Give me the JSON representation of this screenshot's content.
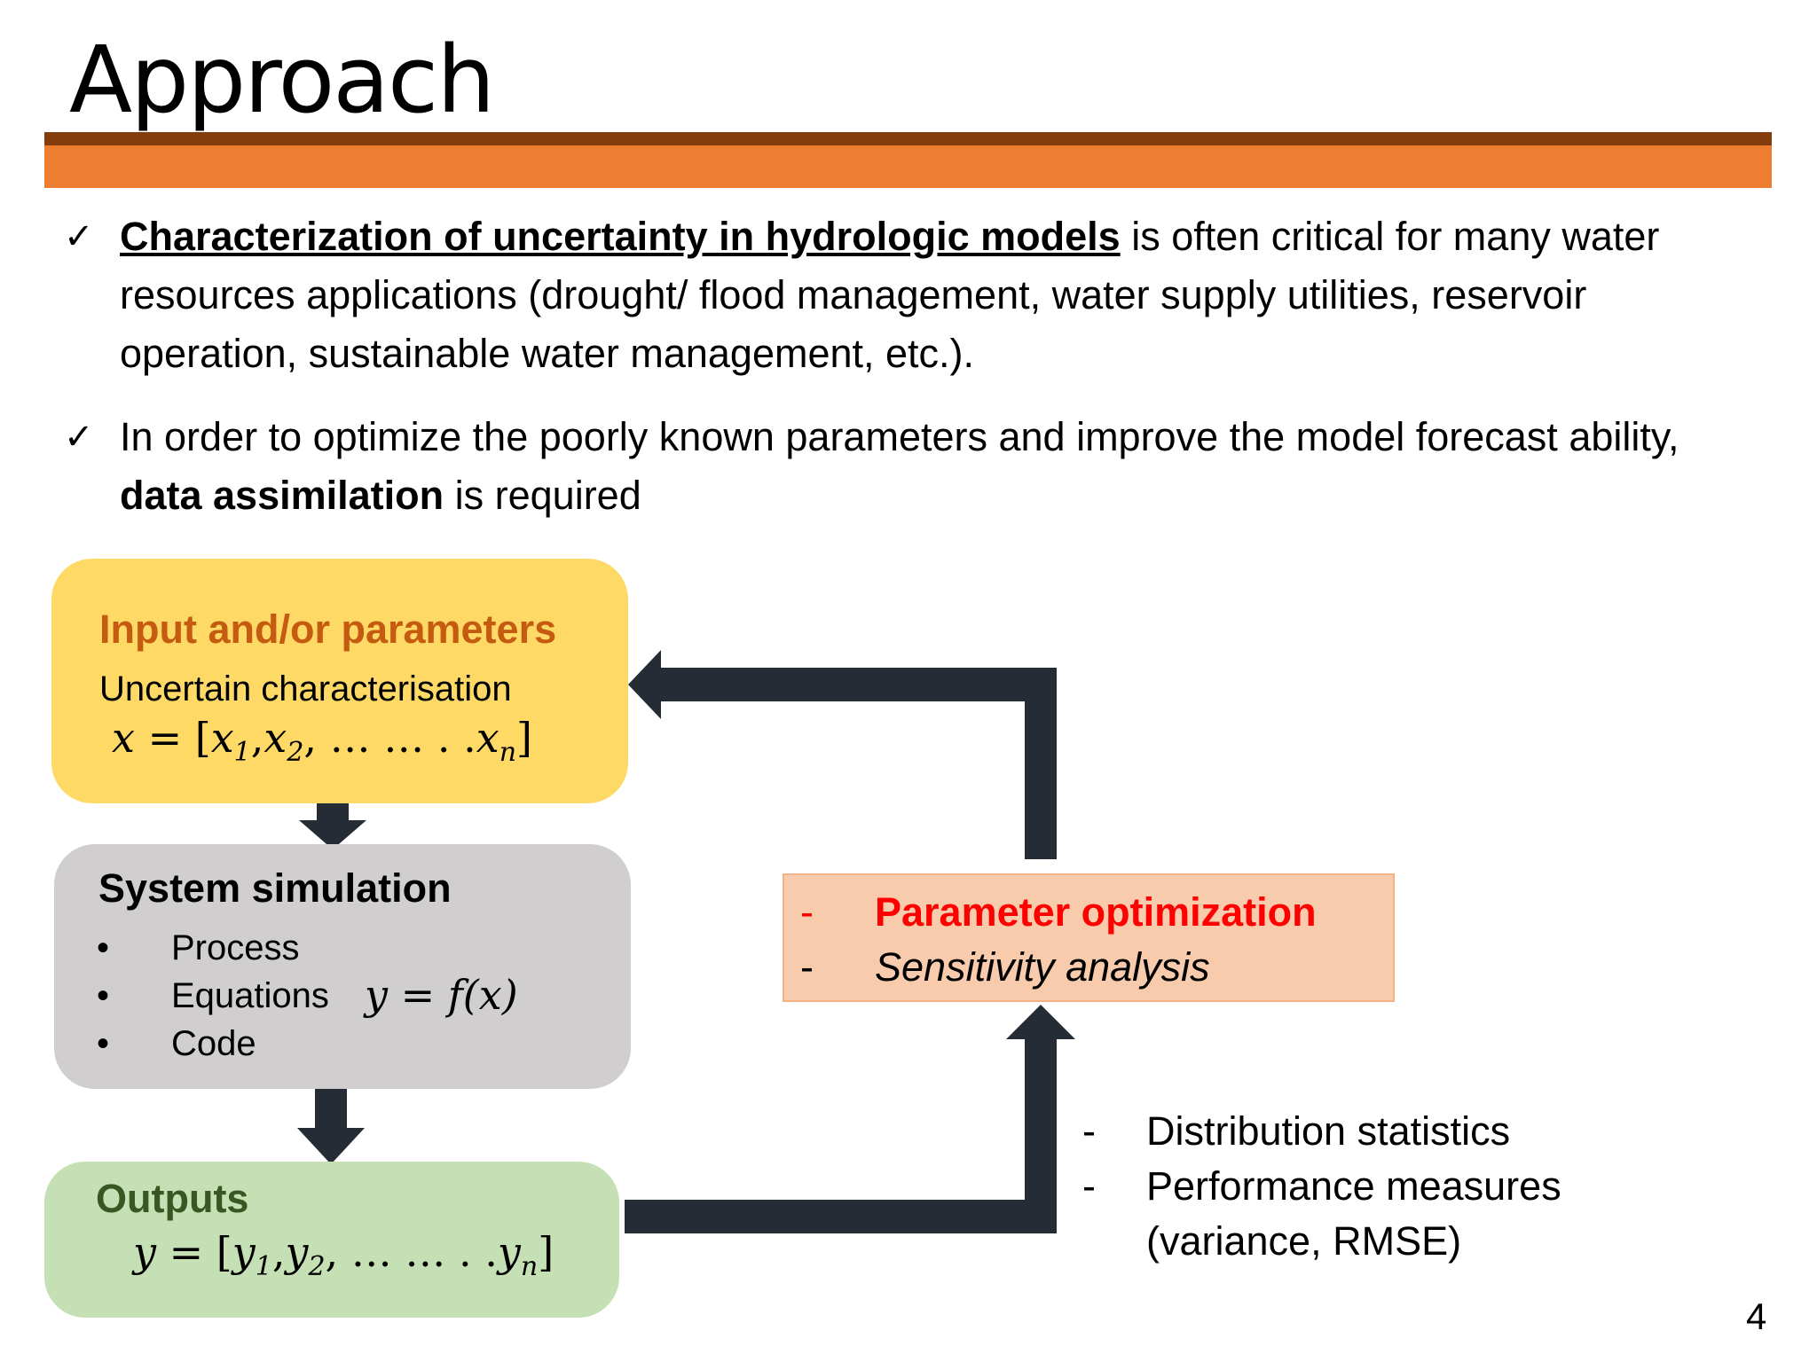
{
  "slide": {
    "title": "Approach",
    "page_number": "4"
  },
  "bullets": [
    {
      "check_icon": "checkmark-icon",
      "emphasis": "Characterization of uncertainty in hydrologic models",
      "rest": " is often critical for many water resources applications (drought/ flood management, water supply utilities, reservoir operation, sustainable water management, etc.)."
    },
    {
      "check_icon": "checkmark-icon",
      "before": "In order to optimize the poorly known parameters and improve the model forecast ability, ",
      "emphasis": "data assimilation",
      "after": " is required"
    }
  ],
  "diagram": {
    "input_box": {
      "title": "Input and/or parameters",
      "subtitle": "Uncertain characterisation",
      "formula_lhs": "x",
      "formula_eq": " = [",
      "formula_v1": "x",
      "formula_s1": "1",
      "formula_v2": "x",
      "formula_s2": "2",
      "formula_dots": ", … … . .",
      "formula_vn": "x",
      "formula_sn": "n",
      "formula_close": "]"
    },
    "simulation_box": {
      "title": "System simulation",
      "items": [
        "Process",
        "Equations",
        "Code"
      ],
      "formula": "y = f(x)"
    },
    "outputs_box": {
      "title": "Outputs",
      "formula_lhs": "y",
      "formula_eq": " = [",
      "formula_v1": "y",
      "formula_s1": "1",
      "formula_v2": "y",
      "formula_s2": "2",
      "formula_dots": ", … … . .",
      "formula_vn": "y",
      "formula_sn": "n",
      "formula_close": "]"
    },
    "optimization_box": {
      "line1_dash": "-",
      "line1": "Parameter optimization",
      "line2_dash": "-",
      "line2": "Sensitivity analysis"
    },
    "statistics": {
      "dash": "-",
      "line1": "Distribution statistics",
      "line2": "Performance measures",
      "line3": "(variance, RMSE)"
    },
    "colors": {
      "input_fill": "#ffd966",
      "input_title": "#c55a11",
      "sim_fill": "#d0cece",
      "out_fill": "#c5e0b4",
      "out_title": "#385723",
      "opt_fill": "#f8cbad",
      "opt_highlight": "#ff0000",
      "arrow": "#262c35"
    }
  },
  "header_colors": {
    "bar_top": "#843c0c",
    "bar_bottom": "#ed7d31"
  }
}
